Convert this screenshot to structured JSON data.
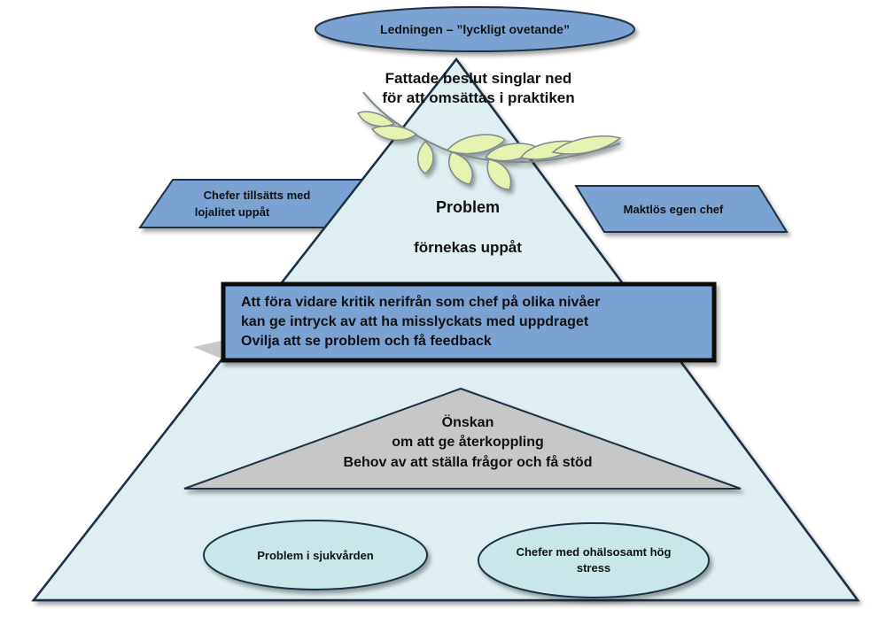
{
  "top_ellipse": {
    "label": "Ledningen – ”lyckligt ovetande”"
  },
  "decisions_text": {
    "line1": "Fattade beslut singlar ned",
    "line2": "för att omsättas i praktiken"
  },
  "left_banner": {
    "line1": "Chefer tillsätts med",
    "line2": "lojalitet uppåt"
  },
  "right_banner": {
    "label": "Maktlös egen chef"
  },
  "center_text": {
    "line1": "Problem",
    "line2": "förnekas uppåt"
  },
  "box": {
    "line1": "Att föra vidare kritik nerifrån som chef på olika nivåer",
    "line2": "kan ge intryck av att ha misslyckats med uppdraget",
    "line3": "Ovilja att se problem och få feedback"
  },
  "inner_triangle": {
    "line1": "Önskan",
    "line2": "om att ge återkoppling",
    "line3": "Behov av att ställa frågor och få stöd"
  },
  "bottom_left_ellipse": {
    "label": "Problem i sjukvården"
  },
  "bottom_right_ellipse": {
    "line1": "Chefer med ohälsosamt hög",
    "line2": "stress"
  },
  "colors": {
    "pyramid_fill": "#dfeef0",
    "blue_fill": "#7aa2d2",
    "outline": "#1d3046",
    "gray_fill": "#c7c7c7",
    "oval_fill": "#c9e7e9",
    "leaf_fill": "#e6f2b0",
    "leaf_stroke": "#7c8a8c"
  }
}
